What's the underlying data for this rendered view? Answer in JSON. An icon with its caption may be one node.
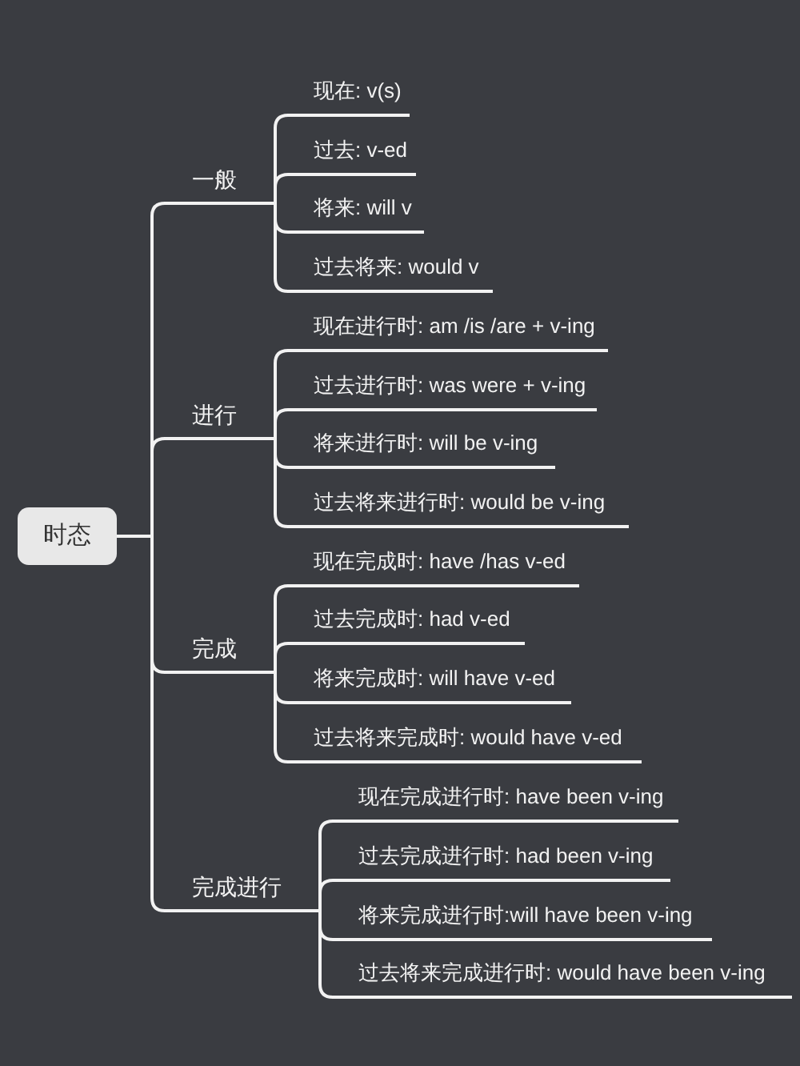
{
  "diagram": {
    "nodes": [
      {
        "text": [
          "时态"
        ]
      },
      {
        "text": [
          "一般"
        ]
      },
      {
        "text": [
          "现在: v(s)"
        ]
      },
      {
        "text": [
          "过去: v-ed"
        ]
      },
      {
        "text": [
          "将来: will v"
        ]
      },
      {
        "text": [
          "过去将来: would v"
        ]
      },
      {
        "text": [
          "进行"
        ]
      },
      {
        "text": [
          "现在进行时: am /is /are + v-ing"
        ]
      },
      {
        "text": [
          "过去进行时: was were + v-ing"
        ]
      },
      {
        "text": [
          "将来进行时: will be v-ing"
        ]
      },
      {
        "text": [
          "过去将来进行时: would be v-ing"
        ]
      },
      {
        "text": [
          "完成"
        ]
      },
      {
        "text": [
          "现在完成时: have /has v-ed"
        ]
      },
      {
        "text": [
          "过去完成时: had v-ed"
        ]
      },
      {
        "text": [
          "将来完成时: will have v-ed"
        ]
      },
      {
        "text": [
          "过去将来完成时: would have v-ed"
        ]
      },
      {
        "text": [
          "完成进行"
        ]
      },
      {
        "text": [
          "现在完成进行时: have been v-ing"
        ]
      },
      {
        "text": [
          "过去完成进行时: had been v-ing"
        ]
      },
      {
        "text": [
          "将来完成进行时:will have been v-ing"
        ]
      },
      {
        "text": [
          "过去将来完成进行时: would have been v-ing"
        ]
      }
    ],
    "edges": [
      {
        "from": 0,
        "to": 1,
        "arrow": "none"
      },
      {
        "from": 0,
        "to": 6,
        "arrow": "none"
      },
      {
        "from": 0,
        "to": 11,
        "arrow": "none"
      },
      {
        "from": 0,
        "to": 16,
        "arrow": "none"
      },
      {
        "from": 1,
        "to": 2,
        "arrow": "none"
      },
      {
        "from": 1,
        "to": 3,
        "arrow": "none"
      },
      {
        "from": 1,
        "to": 4,
        "arrow": "none"
      },
      {
        "from": 1,
        "to": 5,
        "arrow": "none"
      },
      {
        "from": 6,
        "to": 7,
        "arrow": "none"
      },
      {
        "from": 6,
        "to": 8,
        "arrow": "none"
      },
      {
        "from": 6,
        "to": 9,
        "arrow": "none"
      },
      {
        "from": 6,
        "to": 10,
        "arrow": "none"
      },
      {
        "from": 11,
        "to": 12,
        "arrow": "none"
      },
      {
        "from": 11,
        "to": 13,
        "arrow": "none"
      },
      {
        "from": 11,
        "to": 14,
        "arrow": "none"
      },
      {
        "from": 11,
        "to": 15,
        "arrow": "none"
      },
      {
        "from": 16,
        "to": 17,
        "arrow": "none"
      },
      {
        "from": 16,
        "to": 18,
        "arrow": "none"
      },
      {
        "from": 16,
        "to": 19,
        "arrow": "none"
      },
      {
        "from": 16,
        "to": 20,
        "arrow": "none"
      }
    ]
  }
}
